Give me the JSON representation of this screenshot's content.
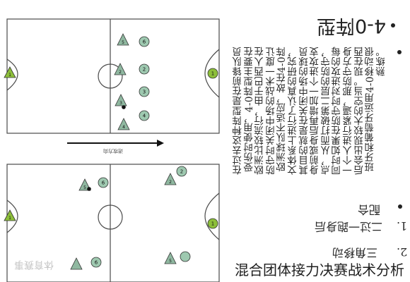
{
  "document": {
    "heading": "4-0阵型",
    "paragraph_columns": [
      "在过去这种阵型是在前锋队员",
      "受伤时使用，4-0阵型主要在",
      "欧洲比较流行，由于巴西人在",
      "防守时关闭中场的战术一度让",
      "欧洲球队不适应，故在4-0阵",
      "文体系上进行了认真的研究，",
      "其目的就是在关闭中场的球员",
      "身前或身后再增加一个进攻支",
      "点，从而打破第二层的防守，",
      "同时如果在防守时对进攻的每",
      "一个人进行紧逼，那防守方身",
      "后会出现较大的空当。现在西",
      "班牙和葡萄牙运用4-0移动很",
      "熟练。"
    ],
    "list_items": [
      {
        "marker": "",
        "text": "配合"
      },
      {
        "marker": "1.",
        "text": "二过一跑身后"
      },
      {
        "marker": "2.",
        "text": "三角移动"
      }
    ],
    "arrow_label": "进攻方向",
    "caption": "混合团体接力决赛战术分析",
    "watermark": "体育赛事"
  },
  "diagram_top": {
    "players": [
      "5",
      "6",
      "2",
      "2",
      "3",
      "3",
      "4",
      "4",
      "1",
      "1"
    ]
  },
  "diagram_bottom": {
    "players": [
      "5",
      "6",
      "2",
      "2",
      "1",
      "1",
      "6",
      "5"
    ]
  },
  "colors": {
    "pitch_line": "#4a4a4a",
    "circle_player": "#9ec9b0",
    "triangle_player": "#8fb8a0",
    "goalkeeper": "#8dbf3a",
    "text": "#222222",
    "watermark": "#c8c8c8"
  }
}
